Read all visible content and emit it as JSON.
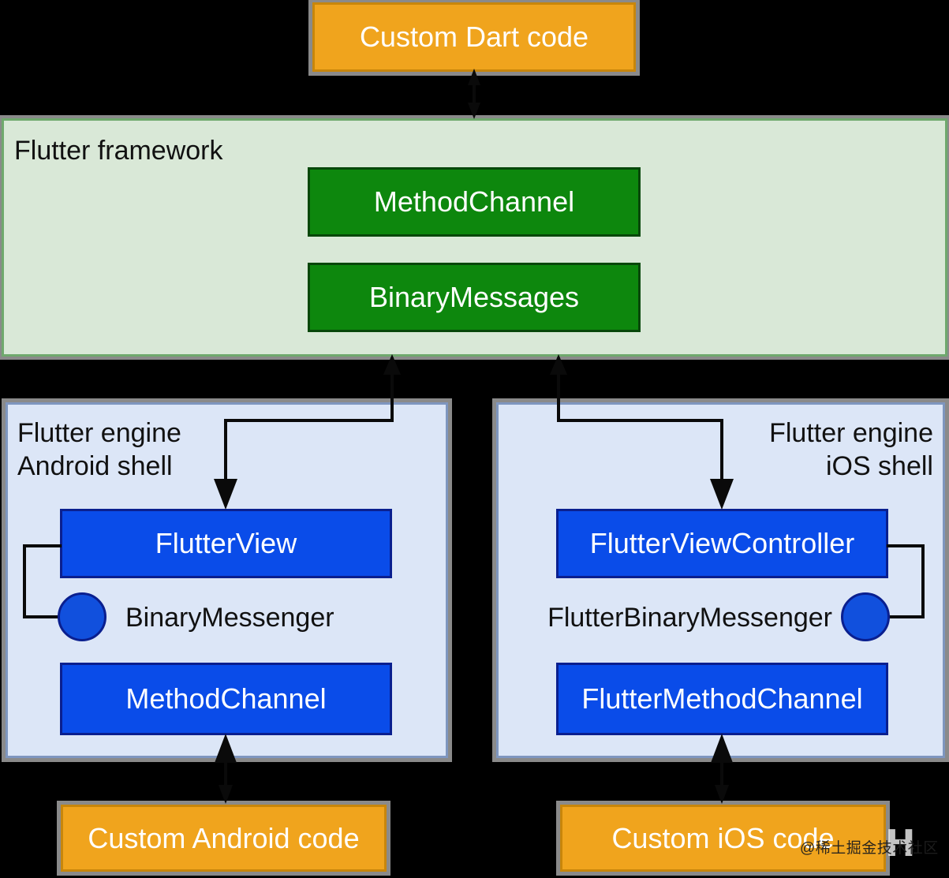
{
  "colors": {
    "background": "#000000",
    "orange_fill": "#f0a41d",
    "orange_border": "#c8860b",
    "outer_gray": "#8a8a8a",
    "framework_fill": "#d9e8d7",
    "framework_border": "#6fa96d",
    "green_fill": "#0d870d",
    "green_border": "#07470a",
    "engine_fill": "#dce6f7",
    "engine_border": "#7e96bf",
    "blue_fill": "#0a4ce9",
    "blue_border": "#0a1f8f",
    "circle_fill": "#1150dd",
    "arrow_black": "#0a0a0a",
    "text_black": "#111111",
    "text_white": "#ffffff"
  },
  "top": {
    "custom_dart": "Custom Dart code"
  },
  "framework": {
    "label": "Flutter framework",
    "method_channel": "MethodChannel",
    "binary_messages": "BinaryMessages"
  },
  "android": {
    "label_line1": "Flutter engine",
    "label_line2": "Android shell",
    "flutter_view": "FlutterView",
    "binary_messenger": "BinaryMessenger",
    "method_channel": "MethodChannel",
    "custom_code": "Custom Android code"
  },
  "ios": {
    "label_line1": "Flutter engine",
    "label_line2": "iOS shell",
    "flutter_view_controller": "FlutterViewController",
    "binary_messenger": "FlutterBinaryMessenger",
    "method_channel": "FlutterMethodChannel",
    "custom_code": "Custom iOS code"
  },
  "watermark": {
    "logo_glyph": "H",
    "text": "@稀土掘金技术社区"
  }
}
